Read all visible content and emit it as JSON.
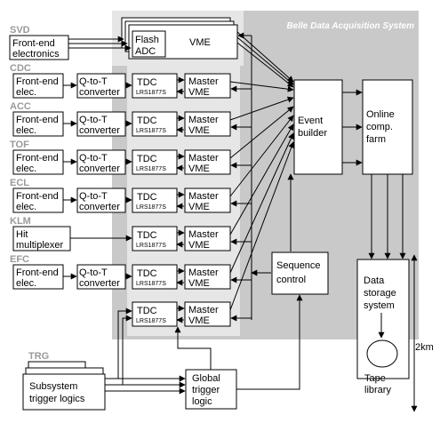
{
  "title": "Belle Data Acquisition System",
  "detectors": [
    {
      "label": "SVD",
      "frontend": [
        "Front-end",
        "electronics"
      ]
    },
    {
      "label": "CDC",
      "frontend": [
        "Front-end",
        "elec."
      ],
      "converter": [
        "Q-to-T",
        "converter"
      ]
    },
    {
      "label": "ACC",
      "frontend": [
        "Front-end",
        "elec."
      ],
      "converter": [
        "Q-to-T",
        "converter"
      ]
    },
    {
      "label": "TOF",
      "frontend": [
        "Front-end",
        "elec."
      ],
      "converter": [
        "Q-to-T",
        "converter"
      ]
    },
    {
      "label": "ECL",
      "frontend": [
        "Front-end",
        "elec."
      ],
      "converter": [
        "Q-to-T",
        "converter"
      ]
    },
    {
      "label": "KLM",
      "frontend": [
        "Hit",
        "multiplexer"
      ]
    },
    {
      "label": "EFC",
      "frontend": [
        "Front-end",
        "elec."
      ],
      "converter": [
        "Q-to-T",
        "converter"
      ]
    }
  ],
  "flash_adc": [
    "Flash",
    "ADC"
  ],
  "vme": "VME",
  "tdc": "TDC",
  "tdc_model": "LRS1877S",
  "master_vme": [
    "Master",
    "VME"
  ],
  "event_builder": [
    "Event",
    "builder"
  ],
  "online_farm": [
    "Online",
    "comp.",
    "farm"
  ],
  "sequence_control": [
    "Sequence",
    "control"
  ],
  "data_storage": [
    "Data",
    "storage",
    "system"
  ],
  "tape_library": [
    "Tape",
    "library"
  ],
  "distance": "2km",
  "trg": {
    "label": "TRG",
    "subsystem": [
      "Subsystem",
      "trigger logics"
    ]
  },
  "global_trigger": [
    "Global",
    "trigger",
    "logic"
  ]
}
